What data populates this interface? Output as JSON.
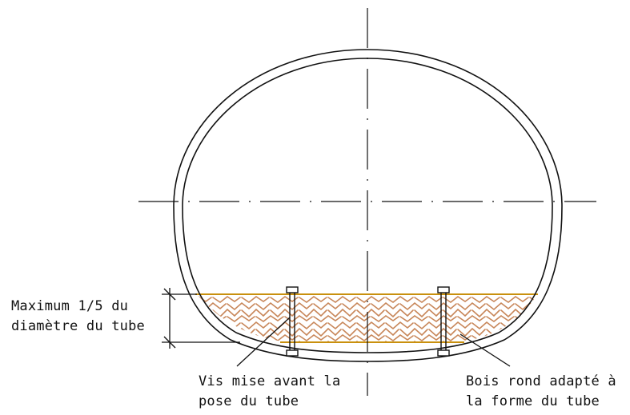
{
  "labels": {
    "max_height_line1": "Maximum 1/5 du",
    "max_height_line2": "diamètre du tube",
    "screw_line1": "Vis mise avant la",
    "screw_line2": "pose du tube",
    "wood_line1": "Bois rond adapté à",
    "wood_line2": "la forme du tube"
  },
  "colors": {
    "line": "#111111",
    "wood_grain": "#c8875a",
    "wood_edge": "#c9900e"
  }
}
